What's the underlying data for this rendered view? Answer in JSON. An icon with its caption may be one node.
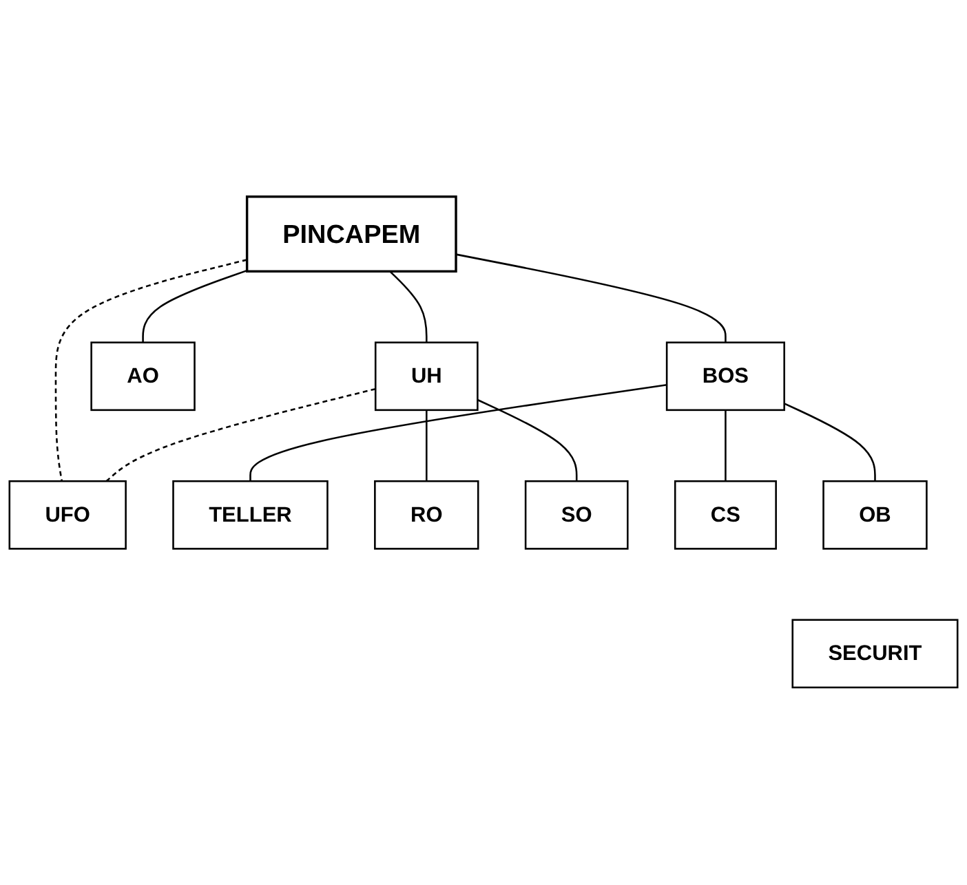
{
  "diagram": {
    "nodes": [
      {
        "text": [
          "PINCAPEM"
        ]
      },
      {
        "text": [
          "BOS"
        ]
      },
      {
        "text": [
          "AO"
        ]
      },
      {
        "text": [
          "UH"
        ]
      },
      {
        "text": [
          "UFO"
        ]
      },
      {
        "text": [
          "TELLER"
        ]
      },
      {
        "text": [
          "RO"
        ]
      },
      {
        "text": [
          "SO"
        ]
      },
      {
        "text": [
          "CS"
        ]
      },
      {
        "text": [
          "OB"
        ]
      },
      {
        "text": [
          "SECURIT"
        ]
      }
    ],
    "edges": [
      {
        "from": 0,
        "to": 1,
        "arrow": "none"
      },
      {
        "from": 0,
        "to": 2,
        "arrow": "none"
      },
      {
        "from": 0,
        "to": 3,
        "arrow": "none"
      },
      {
        "from": 0,
        "to": 4,
        "arrow": "none",
        "style": "dashed"
      },
      {
        "from": 3,
        "to": 4,
        "arrow": "none",
        "style": "dashed"
      },
      {
        "from": 1,
        "to": 5,
        "arrow": "none"
      },
      {
        "from": 1,
        "to": 8,
        "arrow": "none"
      },
      {
        "from": 1,
        "to": 9,
        "arrow": "none"
      },
      {
        "from": 3,
        "to": 6,
        "arrow": "none"
      },
      {
        "from": 3,
        "to": 7,
        "arrow": "none"
      }
    ]
  }
}
